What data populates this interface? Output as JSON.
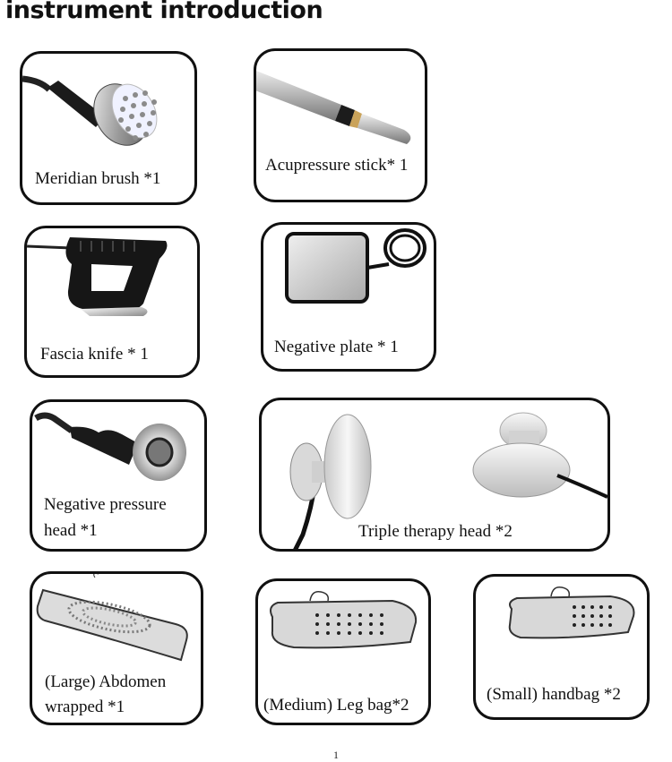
{
  "page": {
    "title": "instrument introduction",
    "page_number": "1"
  },
  "items": [
    {
      "label": "Meridian brush *1",
      "icon": "meridian-brush-icon"
    },
    {
      "label": "Acupressure stick* 1",
      "icon": "acupressure-stick-icon"
    },
    {
      "label": "Fascia knife * 1",
      "icon": "fascia-knife-icon"
    },
    {
      "label": "Negative plate * 1",
      "icon": "negative-plate-icon"
    },
    {
      "label_line1": "Negative pressure",
      "label_line2": "head *1",
      "icon": "negative-pressure-head-icon"
    },
    {
      "label": "Triple therapy head *2",
      "icon": "triple-therapy-head-icon"
    },
    {
      "label_line1": "(Large) Abdomen",
      "label_line2": "wrapped *1",
      "icon": "abdomen-wrap-icon"
    },
    {
      "label": "(Medium) Leg bag*2",
      "icon": "leg-bag-icon"
    },
    {
      "label": "(Small) handbag *2",
      "icon": "handbag-icon"
    }
  ]
}
